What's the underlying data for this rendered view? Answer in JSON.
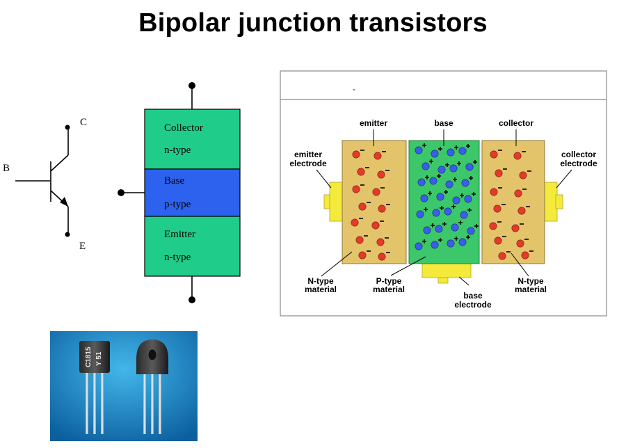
{
  "title": "Bipolar junction transistors",
  "symbol": {
    "labels": {
      "collector": "C",
      "base": "B",
      "emitter": "E"
    }
  },
  "layers": [
    {
      "name": "Collector",
      "type": "n-type",
      "color": "#20cc8a"
    },
    {
      "name": "Base",
      "type": "p-type",
      "color": "#2d62ee"
    },
    {
      "name": "Emitter",
      "type": "n-type",
      "color": "#20cc8a"
    }
  ],
  "cross_section": {
    "top_mark": "-",
    "labels": {
      "emitter": "emitter",
      "base": "base",
      "collector": "collector",
      "emitter_electrode": [
        "emitter",
        "electrode"
      ],
      "collector_electrode": [
        "collector",
        "electrode"
      ],
      "n_left": [
        "N-type",
        "material"
      ],
      "p": [
        "P-type",
        "material"
      ],
      "base_electrode": [
        "base",
        "electrode"
      ],
      "n_right": [
        "N-type",
        "material"
      ]
    },
    "colors": {
      "n_region": "#e3c46a",
      "p_region": "#3cc86a",
      "electrode": "#f4ea3c",
      "electron": "#e43a2a",
      "hole": "#3a5ee8"
    }
  },
  "photo": {
    "marking": [
      "C1815",
      "Y 51"
    ],
    "background": "#1c8fcf"
  }
}
